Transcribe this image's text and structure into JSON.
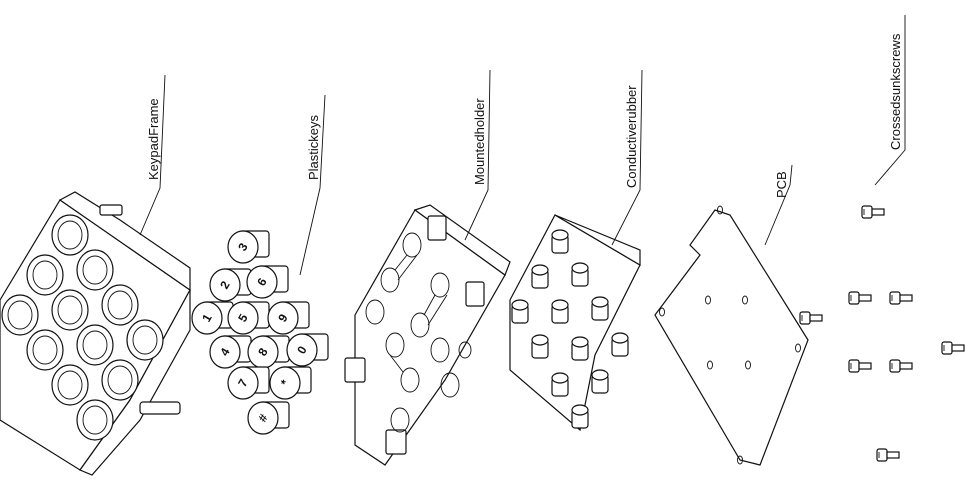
{
  "labels": {
    "keypad_frame": "KeypadFrame",
    "plastic_keys": "Plastickeys",
    "mounted_holder": "Mountedholder",
    "conductive_rubber": "Conductiverubber",
    "pcb": "PCB",
    "screws": "Crossedsunkscrews"
  },
  "keys": [
    "3",
    "2",
    "6",
    "1",
    "5",
    "9",
    "4",
    "8",
    "0",
    "7",
    "*",
    "#"
  ]
}
